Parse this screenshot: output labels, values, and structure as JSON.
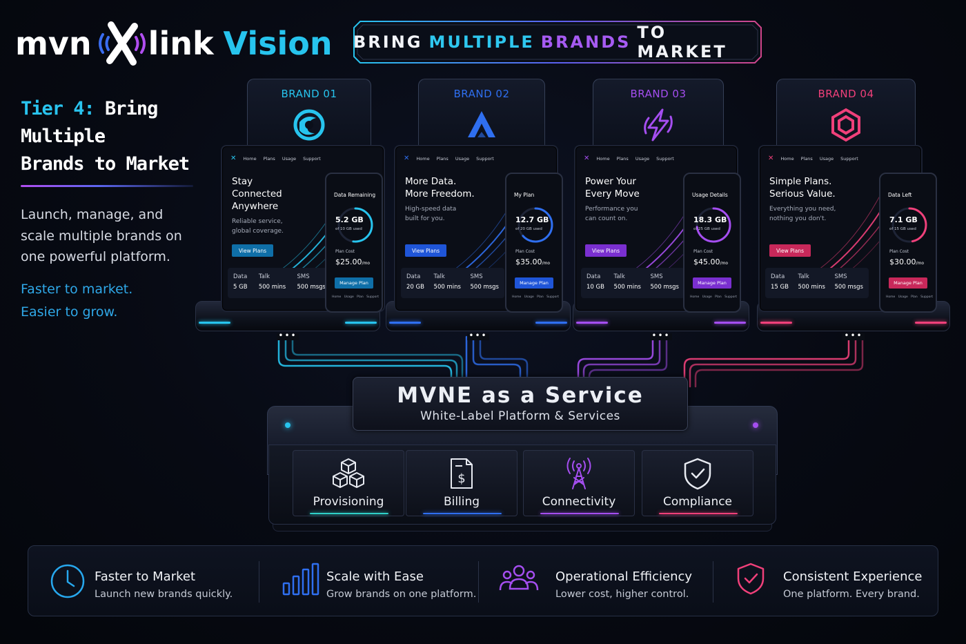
{
  "logo": {
    "part1": "mvn",
    "part2": "link",
    "part3": "Vision"
  },
  "banner": {
    "w1": "BRING",
    "w2": "MULTIPLE",
    "w3": "BRANDS",
    "w4": "TO MARKET"
  },
  "left": {
    "tier_prefix": "Tier 4:",
    "tier_line1": " Bring Multiple",
    "tier_line2": "Brands to Market",
    "description": "Launch, manage, and scale multiple brands on one powerful platform.",
    "tagline1": "Faster to market.",
    "tagline2": "Easier to grow."
  },
  "colors": {
    "cyan": "#27c4ee",
    "blue": "#2f6ff0",
    "purple": "#a54ef0",
    "pink": "#f0407a"
  },
  "brands": [
    {
      "label": "BRAND 01",
      "icon": "swirl-icon",
      "color": "#27c4ee",
      "btn_color": "#0f6fa8",
      "nav": [
        "Home",
        "Plans",
        "Usage",
        "Support"
      ],
      "hero": [
        "Stay",
        "Connected",
        "Anywhere"
      ],
      "sub": [
        "Reliable service,",
        "global coverage."
      ],
      "cta": "View Plans",
      "stats": [
        {
          "label": "Data",
          "value": "5 GB"
        },
        {
          "label": "Talk",
          "value": "500 mins"
        },
        {
          "label": "SMS",
          "value": "500 msgs"
        }
      ],
      "phone": {
        "title": "Data Remaining",
        "value": "5.2 GB",
        "of": "of 10 GB used",
        "ring": 0.52,
        "cost_label": "Plan Cost",
        "cost": "$25.00",
        "per": "/mo",
        "button": "Manage Plan",
        "nav": [
          "Home",
          "Usage",
          "Plan",
          "Support"
        ]
      }
    },
    {
      "label": "BRAND 02",
      "icon": "peak-icon",
      "color": "#2f6ff0",
      "btn_color": "#1f55d8",
      "nav": [
        "Home",
        "Plans",
        "Usage",
        "Support"
      ],
      "hero": [
        "More Data.",
        "More Freedom."
      ],
      "sub": [
        "High-speed data",
        "built for you."
      ],
      "cta": "View Plans",
      "stats": [
        {
          "label": "Data",
          "value": "20 GB"
        },
        {
          "label": "Talk",
          "value": "500 mins"
        },
        {
          "label": "SMS",
          "value": "500 msgs"
        }
      ],
      "phone": {
        "title": "My Plan",
        "value": "12.7 GB",
        "of": "of 20 GB used",
        "ring": 0.635,
        "cost_label": "Plan Cost",
        "cost": "$35.00",
        "per": "/mo",
        "button": "Manage Plan",
        "nav": [
          "Home",
          "Usage",
          "Plan",
          "Support"
        ]
      }
    },
    {
      "label": "BRAND 03",
      "icon": "bolt-icon",
      "color": "#a54ef0",
      "btn_color": "#7a2fd0",
      "nav": [
        "Home",
        "Plans",
        "Usage",
        "Support"
      ],
      "hero": [
        "Power Your",
        "Every Move"
      ],
      "sub": [
        "Performance you",
        "can count on."
      ],
      "cta": "View Plans",
      "stats": [
        {
          "label": "Data",
          "value": "10 GB"
        },
        {
          "label": "Talk",
          "value": "500 mins"
        },
        {
          "label": "SMS",
          "value": "500 msgs"
        }
      ],
      "phone": {
        "title": "Usage Details",
        "value": "18.3 GB",
        "of": "of 25 GB used",
        "ring": 0.73,
        "cost_label": "Plan Cost",
        "cost": "$45.00",
        "per": "/mo",
        "button": "Manage Plan",
        "nav": [
          "Home",
          "Usage",
          "Plan",
          "Support"
        ]
      }
    },
    {
      "label": "BRAND 04",
      "icon": "hexagon-icon",
      "color": "#f0407a",
      "btn_color": "#c8285a",
      "nav": [
        "Home",
        "Plans",
        "Usage",
        "Support"
      ],
      "hero": [
        "Simple Plans.",
        "Serious Value."
      ],
      "sub": [
        "Everything you need,",
        "nothing you don't."
      ],
      "cta": "View Plans",
      "stats": [
        {
          "label": "Data",
          "value": "15 GB"
        },
        {
          "label": "Talk",
          "value": "500 mins"
        },
        {
          "label": "SMS",
          "value": "500 msgs"
        }
      ],
      "phone": {
        "title": "Data Left",
        "value": "7.1 GB",
        "of": "of 15 GB used",
        "ring": 0.47,
        "cost_label": "Plan Cost",
        "cost": "$30.00",
        "per": "/mo",
        "button": "Manage Plan",
        "nav": [
          "Home",
          "Usage",
          "Plan",
          "Support"
        ]
      }
    }
  ],
  "server": {
    "title": "MVNE as a Service",
    "subtitle": "White-Label Platform & Services",
    "modules": [
      {
        "label": "Provisioning",
        "icon": "cubes-icon",
        "color": "#2fd0c8"
      },
      {
        "label": "Billing",
        "icon": "invoice-icon",
        "color": "#2f6ff0"
      },
      {
        "label": "Connectivity",
        "icon": "antenna-icon",
        "color": "#a54ef0"
      },
      {
        "label": "Compliance",
        "icon": "shield-check-icon",
        "color": "#f0407a"
      }
    ]
  },
  "features": [
    {
      "title": "Faster to Market",
      "desc": "Launch new brands quickly.",
      "icon": "clock-icon",
      "color": "#27a8ee"
    },
    {
      "title": "Scale with Ease",
      "desc": "Grow brands on one platform.",
      "icon": "bar-chart-icon",
      "color": "#2f6ff0"
    },
    {
      "title": "Operational Efficiency",
      "desc": "Lower cost, higher control.",
      "icon": "team-icon",
      "color": "#a54ef0"
    },
    {
      "title": "Consistent Experience",
      "desc": "One platform. Every brand.",
      "icon": "shield-check-icon",
      "color": "#f0407a"
    }
  ]
}
